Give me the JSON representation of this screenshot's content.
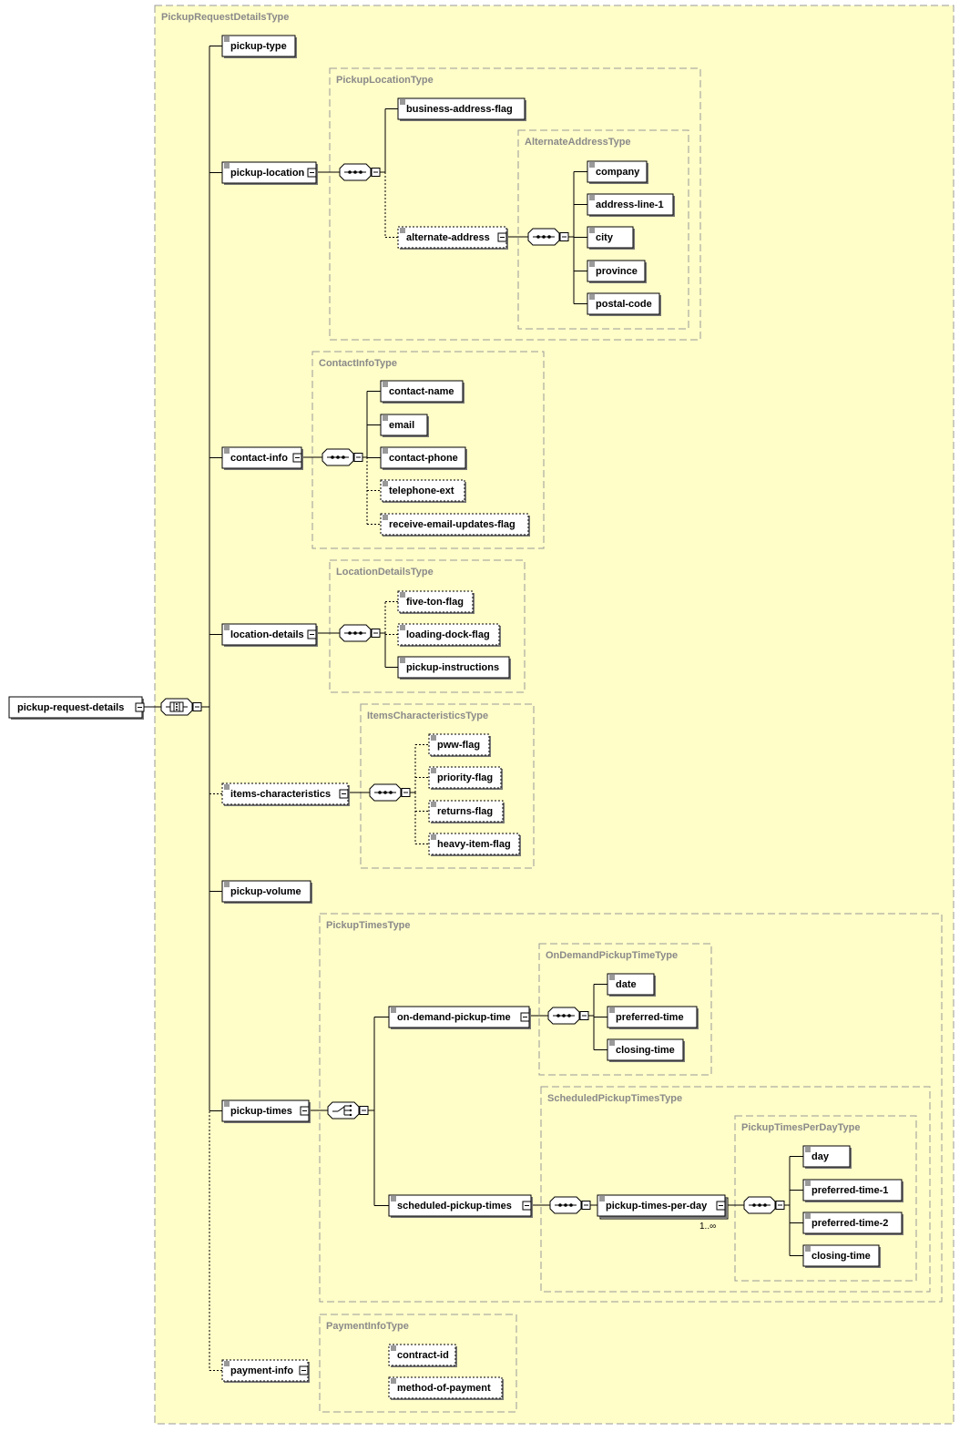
{
  "colors": {
    "background": "#ffffff",
    "type_box_fill": "#fffdc8",
    "type_box_stroke": "#9a9a9a",
    "element_fill": "#ffffff",
    "line": "#000000",
    "type_label": "#8a8a8a"
  },
  "root": {
    "label": "pickup-request-details"
  },
  "types": [
    {
      "id": "pickup-request-details-type",
      "label": "PickupRequestDetailsType"
    },
    {
      "id": "pickup-location-type",
      "label": "PickupLocationType"
    },
    {
      "id": "alternate-address-type",
      "label": "AlternateAddressType"
    },
    {
      "id": "contact-info-type",
      "label": "ContactInfoType"
    },
    {
      "id": "location-details-type",
      "label": "LocationDetailsType"
    },
    {
      "id": "items-characteristics-type",
      "label": "ItemsCharacteristicsType"
    },
    {
      "id": "pickup-times-type",
      "label": "PickupTimesType"
    },
    {
      "id": "on-demand-pickup-time-type",
      "label": "OnDemandPickupTimeType"
    },
    {
      "id": "scheduled-pickup-times-type",
      "label": "ScheduledPickupTimesType"
    },
    {
      "id": "pickup-times-per-day-type",
      "label": "PickupTimesPerDayType"
    },
    {
      "id": "payment-info-type",
      "label": "PaymentInfoType"
    }
  ],
  "elements": [
    {
      "id": "pickup-type",
      "label": "pickup-type",
      "optional": false
    },
    {
      "id": "pickup-location",
      "label": "pickup-location",
      "optional": false
    },
    {
      "id": "business-address-flag",
      "label": "business-address-flag",
      "optional": false
    },
    {
      "id": "alternate-address",
      "label": "alternate-address",
      "optional": true
    },
    {
      "id": "company",
      "label": "company",
      "optional": false
    },
    {
      "id": "address-line-1",
      "label": "address-line-1",
      "optional": false
    },
    {
      "id": "city",
      "label": "city",
      "optional": false
    },
    {
      "id": "province",
      "label": "province",
      "optional": false
    },
    {
      "id": "postal-code",
      "label": "postal-code",
      "optional": false
    },
    {
      "id": "contact-info",
      "label": "contact-info",
      "optional": false
    },
    {
      "id": "contact-name",
      "label": "contact-name",
      "optional": false
    },
    {
      "id": "email",
      "label": "email",
      "optional": false
    },
    {
      "id": "contact-phone",
      "label": "contact-phone",
      "optional": false
    },
    {
      "id": "telephone-ext",
      "label": "telephone-ext",
      "optional": true
    },
    {
      "id": "receive-email-updates-flag",
      "label": "receive-email-updates-flag",
      "optional": true
    },
    {
      "id": "location-details",
      "label": "location-details",
      "optional": false
    },
    {
      "id": "five-ton-flag",
      "label": "five-ton-flag",
      "optional": true
    },
    {
      "id": "loading-dock-flag",
      "label": "loading-dock-flag",
      "optional": true
    },
    {
      "id": "pickup-instructions",
      "label": "pickup-instructions",
      "optional": false
    },
    {
      "id": "items-characteristics",
      "label": "items-characteristics",
      "optional": true
    },
    {
      "id": "pww-flag",
      "label": "pww-flag",
      "optional": true
    },
    {
      "id": "priority-flag",
      "label": "priority-flag",
      "optional": true
    },
    {
      "id": "returns-flag",
      "label": "returns-flag",
      "optional": true
    },
    {
      "id": "heavy-item-flag",
      "label": "heavy-item-flag",
      "optional": true
    },
    {
      "id": "pickup-volume",
      "label": "pickup-volume",
      "optional": false
    },
    {
      "id": "pickup-times",
      "label": "pickup-times",
      "optional": false
    },
    {
      "id": "on-demand-pickup-time",
      "label": "on-demand-pickup-time",
      "optional": false
    },
    {
      "id": "date",
      "label": "date",
      "optional": false
    },
    {
      "id": "preferred-time",
      "label": "preferred-time",
      "optional": false
    },
    {
      "id": "closing-time-on-demand",
      "label": "closing-time",
      "optional": false
    },
    {
      "id": "scheduled-pickup-times",
      "label": "scheduled-pickup-times",
      "optional": false
    },
    {
      "id": "pickup-times-per-day",
      "label": "pickup-times-per-day",
      "optional": false,
      "cardinality": "1..∞"
    },
    {
      "id": "day",
      "label": "day",
      "optional": false
    },
    {
      "id": "preferred-time-1",
      "label": "preferred-time-1",
      "optional": false
    },
    {
      "id": "preferred-time-2",
      "label": "preferred-time-2",
      "optional": false
    },
    {
      "id": "closing-time-scheduled",
      "label": "closing-time",
      "optional": false
    },
    {
      "id": "payment-info",
      "label": "payment-info",
      "optional": true
    },
    {
      "id": "contract-id",
      "label": "contract-id",
      "optional": true
    },
    {
      "id": "method-of-payment",
      "label": "method-of-payment",
      "optional": true
    }
  ],
  "compositors": [
    {
      "id": "root-all",
      "kind": "all"
    },
    {
      "id": "pickup-location-seq",
      "kind": "sequence"
    },
    {
      "id": "alternate-address-seq",
      "kind": "sequence"
    },
    {
      "id": "contact-info-seq",
      "kind": "sequence"
    },
    {
      "id": "location-details-seq",
      "kind": "sequence"
    },
    {
      "id": "items-characteristics-seq",
      "kind": "sequence"
    },
    {
      "id": "pickup-times-choice",
      "kind": "choice"
    },
    {
      "id": "on-demand-seq",
      "kind": "sequence"
    },
    {
      "id": "scheduled-seq",
      "kind": "sequence"
    },
    {
      "id": "per-day-seq",
      "kind": "sequence"
    }
  ]
}
